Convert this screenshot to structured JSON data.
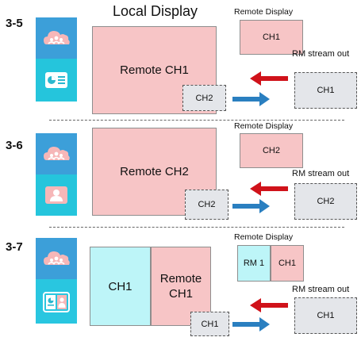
{
  "header": {
    "local_display": "Local Display"
  },
  "colors": {
    "remote_pink": "#f7c5c6",
    "local_cyan": "#bdf5f8",
    "stream_gray": "#e4e6ea",
    "arrow_red": "#d0121a",
    "arrow_blue": "#2a7fc0",
    "icon_blue": "#3c9fd9",
    "icon_cyan": "#25c5dc"
  },
  "rows": [
    {
      "id": "3-5",
      "label": "3-5",
      "icons": [
        "cloud-people-icon",
        "screen-share-layout-icon"
      ],
      "local_display": {
        "main_label": "Remote  CH1",
        "overlay": "CH2"
      },
      "remote_display_title": "Remote Display",
      "remote_display": [
        "CH1"
      ],
      "stream_out_title": "RM stream out",
      "stream_out": "CH1"
    },
    {
      "id": "3-6",
      "label": "3-6",
      "icons": [
        "cloud-people-icon",
        "person-icon"
      ],
      "local_display": {
        "main_label": "Remote  CH2",
        "overlay": "CH2"
      },
      "remote_display_title": "Remote Display",
      "remote_display": [
        "CH2"
      ],
      "stream_out_title": "RM stream out",
      "stream_out": "CH2"
    },
    {
      "id": "3-7",
      "label": "3-7",
      "icons": [
        "cloud-people-icon",
        "side-by-side-icon"
      ],
      "local_display": {
        "left_label": "CH1",
        "right_label": "Remote\nCH1",
        "overlay": "CH1"
      },
      "remote_display_title": "Remote Display",
      "remote_display": [
        "RM 1",
        "CH1"
      ],
      "stream_out_title": "RM stream out",
      "stream_out": "CH1"
    }
  ]
}
